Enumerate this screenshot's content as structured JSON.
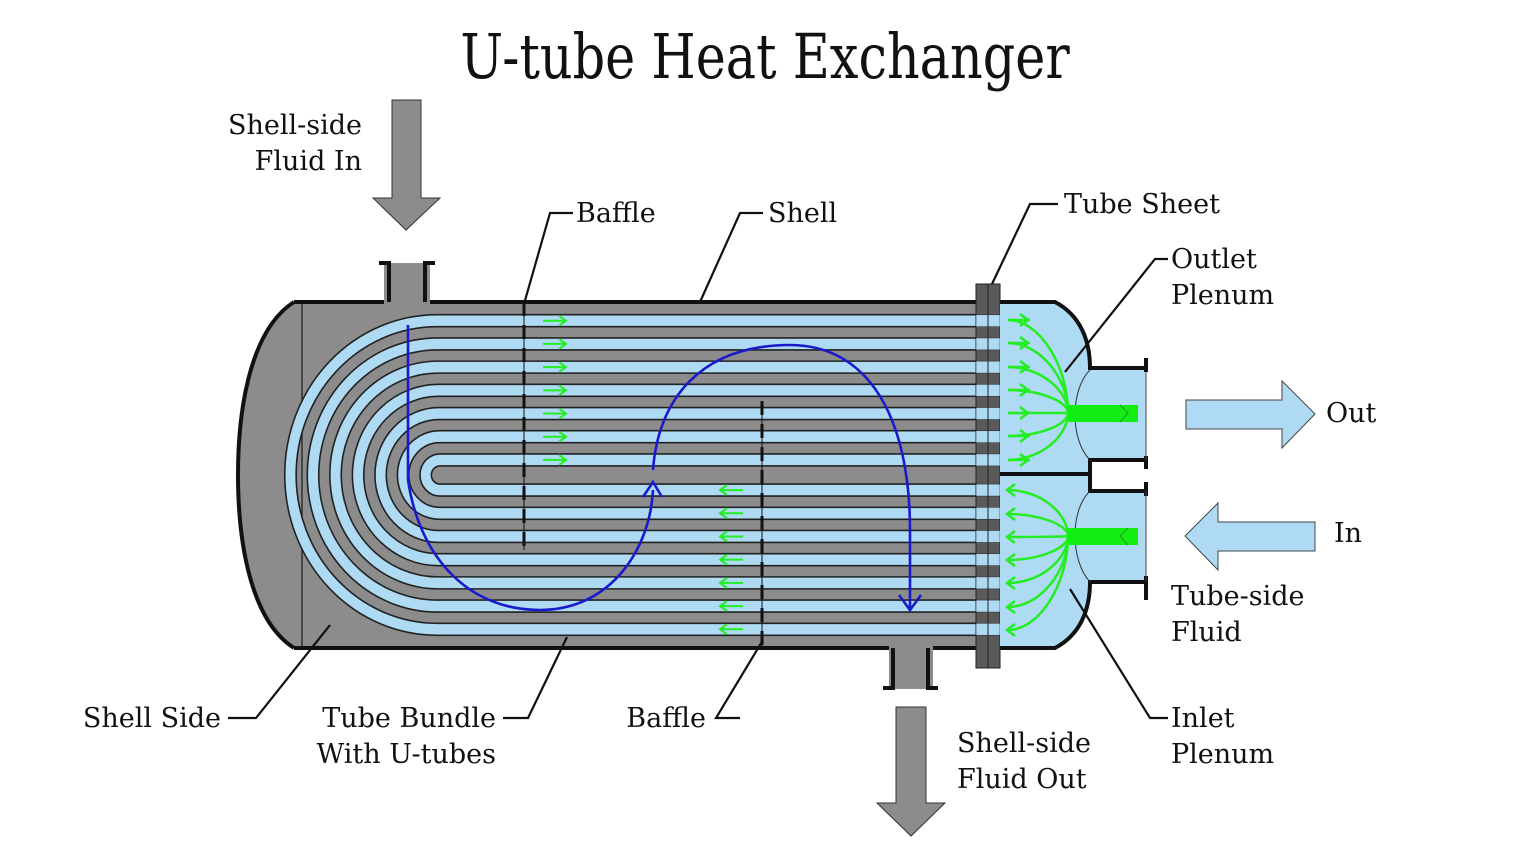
{
  "title": "U-tube Heat Exchanger",
  "colors": {
    "shell_gray": "#8c8c8c",
    "tube_blue": "#aedaf3",
    "flow_green": "#22ee22",
    "flow_blue": "#1a1acc",
    "tube_sheet": "#5a5a5a"
  },
  "labels": {
    "shell_side_fluid_in": [
      "Shell-side",
      "Fluid In"
    ],
    "baffle_top": "Baffle",
    "shell": "Shell",
    "tube_sheet": "Tube Sheet",
    "outlet_plenum": [
      "Outlet",
      "Plenum"
    ],
    "out": "Out",
    "in": "In",
    "tube_side_fluid": [
      "Tube-side",
      "Fluid"
    ],
    "inlet_plenum": [
      "Inlet",
      "Plenum"
    ],
    "shell_side_fluid_out": [
      "Shell-side",
      "Fluid Out"
    ],
    "baffle_bottom": "Baffle",
    "tube_bundle": [
      "Tube Bundle",
      "With U-tubes"
    ],
    "shell_side": "Shell Side"
  },
  "tube_count": 7
}
